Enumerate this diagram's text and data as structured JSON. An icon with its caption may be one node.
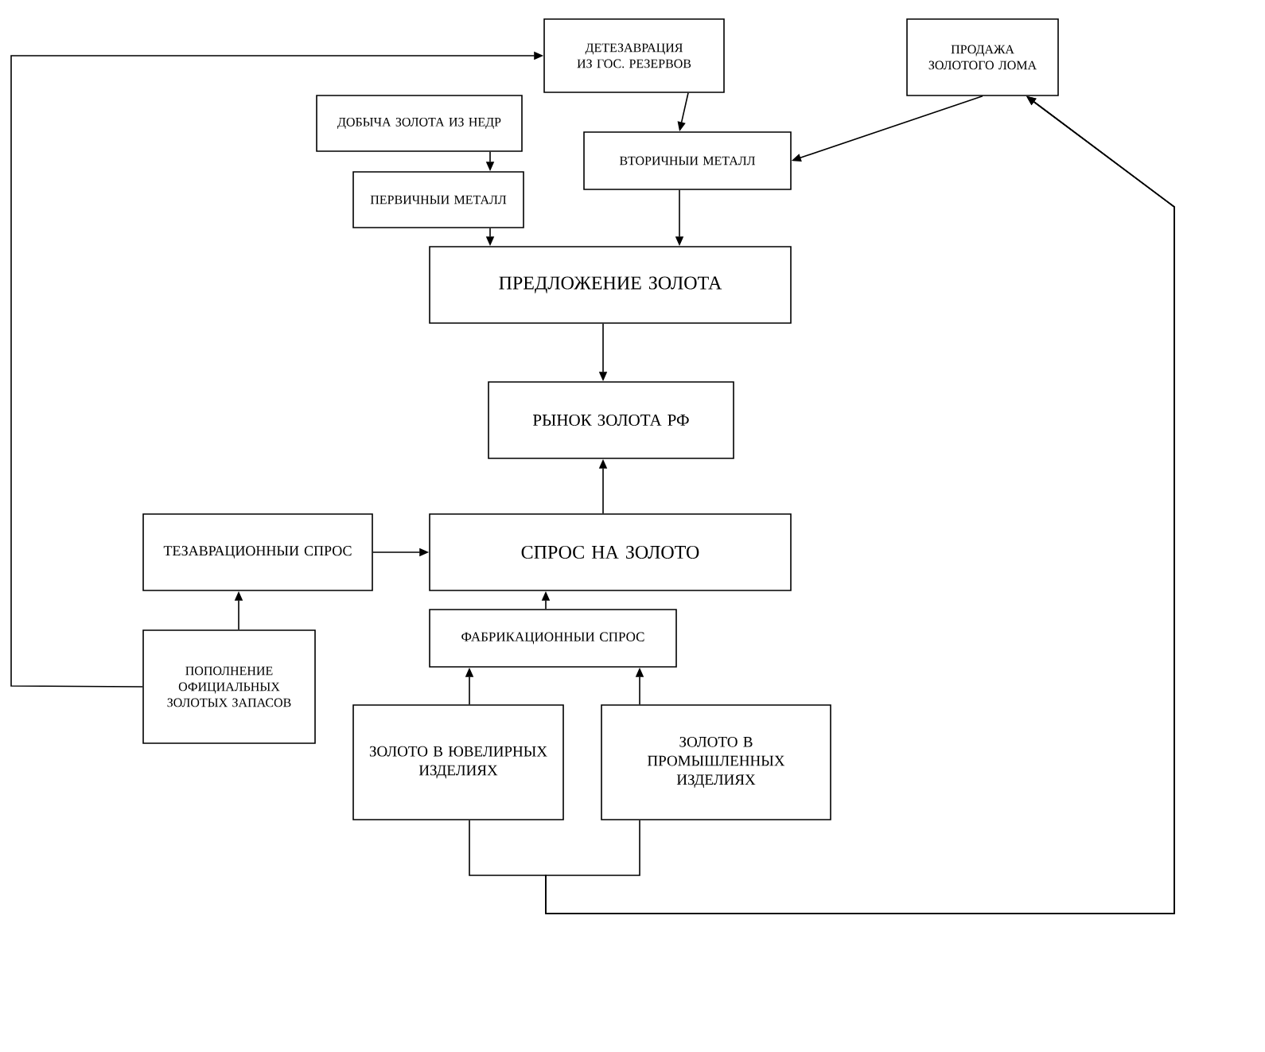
{
  "diagram": {
    "nodes": [
      {
        "text": [
          "ДЕТЕЗАВРАЦИЯ ИЗ ГОС. РЕЗЕРВОВ"
        ]
      },
      {
        "text": [
          "ПРОДАЖА ЗОЛОТОГО ЛОМА"
        ]
      },
      {
        "text": [
          "ДОБЫЧА ЗОЛОТА ИЗ НЕДР"
        ]
      },
      {
        "text": [
          "ВТОРИЧНЫИ МЕТАЛЛ"
        ]
      },
      {
        "text": [
          "ПЕРВИЧНЫИ МЕТАЛЛ"
        ]
      },
      {
        "text": [
          "ПРЕДЛОЖЕНИЕ ЗОЛОТА"
        ]
      },
      {
        "text": [
          "РЫНОК ЗОЛОТА РФ"
        ]
      },
      {
        "text": [
          "ТЕЗАВРАЦИОННЫИ СПРОС"
        ]
      },
      {
        "text": [
          "СПРОС НА ЗОЛОТО"
        ]
      },
      {
        "text": [
          "ФАБРИКАЦИОННЫИ СПРОС"
        ]
      },
      {
        "text": [
          "ПОПОЛНЕНИЕ ОФИЦИАЛЬНЫХ ЗОЛОТЫХ ЗАПАСОВ"
        ]
      },
      {
        "text": [
          "ЗОЛОТО В ЮВЕЛИРНЫХ ИЗДЕЛИЯХ"
        ]
      },
      {
        "text": [
          "ЗОЛОТО В ПРОМЫШЛЕННЫХ ИЗДЕЛИЯХ"
        ]
      }
    ],
    "edges": [
      {
        "from": 10,
        "to": 0,
        "arrow": "to"
      },
      {
        "from": 1,
        "to": 3,
        "arrow": "to"
      },
      {
        "from": 0,
        "to": 3,
        "arrow": "to"
      },
      {
        "from": 2,
        "to": 4,
        "arrow": "to"
      },
      {
        "from": 4,
        "to": 5,
        "arrow": "to"
      },
      {
        "from": 3,
        "to": 5,
        "arrow": "to"
      },
      {
        "from": 5,
        "to": 6,
        "arrow": "to"
      },
      {
        "from": 8,
        "to": 6,
        "arrow": "to"
      },
      {
        "from": 7,
        "to": 8,
        "arrow": "to"
      },
      {
        "from": 10,
        "to": 7,
        "arrow": "to"
      },
      {
        "from": 9,
        "to": 8,
        "arrow": "to"
      },
      {
        "from": 11,
        "to": 9,
        "arrow": "to"
      },
      {
        "from": 12,
        "to": 9,
        "arrow": "to"
      },
      {
        "from": 11,
        "to": 1,
        "arrow": "to"
      },
      {
        "from": 12,
        "to": 1,
        "arrow": "to"
      }
    ]
  }
}
